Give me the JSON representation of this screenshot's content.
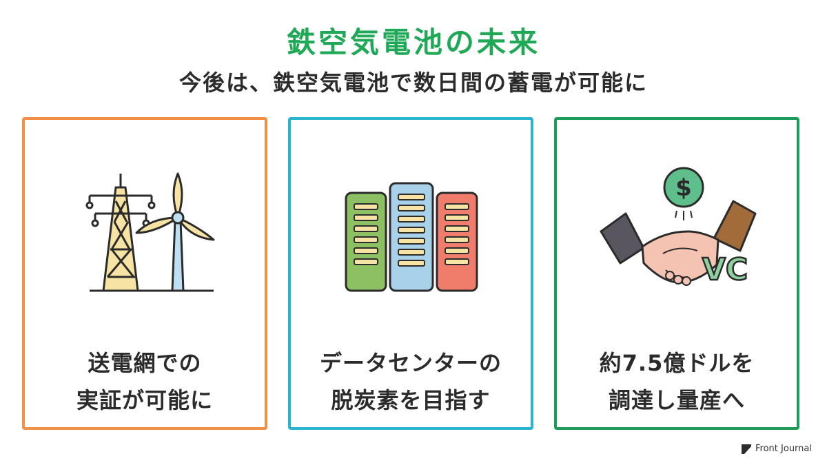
{
  "header": {
    "title": "鉄空気電池の未来",
    "subtitle": "今後は、鉄空気電池で数日間の蓄電が可能に"
  },
  "cards": [
    {
      "line1": "送電網での",
      "line2": "実証が可能に",
      "border_color": "#f0914a",
      "icon": "power-grid-wind-turbine-icon"
    },
    {
      "line1": "データセンターの",
      "line2": "脱炭素を目指す",
      "border_color": "#2bb5cc",
      "icon": "server-racks-icon"
    },
    {
      "line1": "約7.5億ドルを",
      "line2": "調達し量産へ",
      "border_color": "#1f9c5a",
      "icon": "handshake-vc-funding-icon",
      "icon_text": "VC"
    }
  ],
  "brand": {
    "name": "Front Journal",
    "icon": "front-journal-logo-icon"
  },
  "colors": {
    "title": "#1fa855",
    "text": "#2b2b2b"
  }
}
